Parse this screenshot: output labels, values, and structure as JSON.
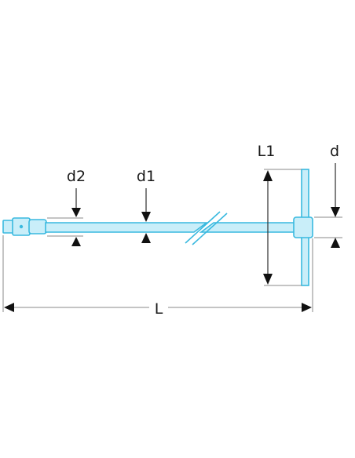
{
  "labels": {
    "d2": "d2",
    "d1": "d1",
    "L1": "L1",
    "d": "d",
    "L": "L"
  },
  "colors": {
    "tool_fill": "#c9eef9",
    "tool_outline": "#39b9df",
    "arrow": "#111111",
    "dimension_line": "#8a8a8a"
  }
}
